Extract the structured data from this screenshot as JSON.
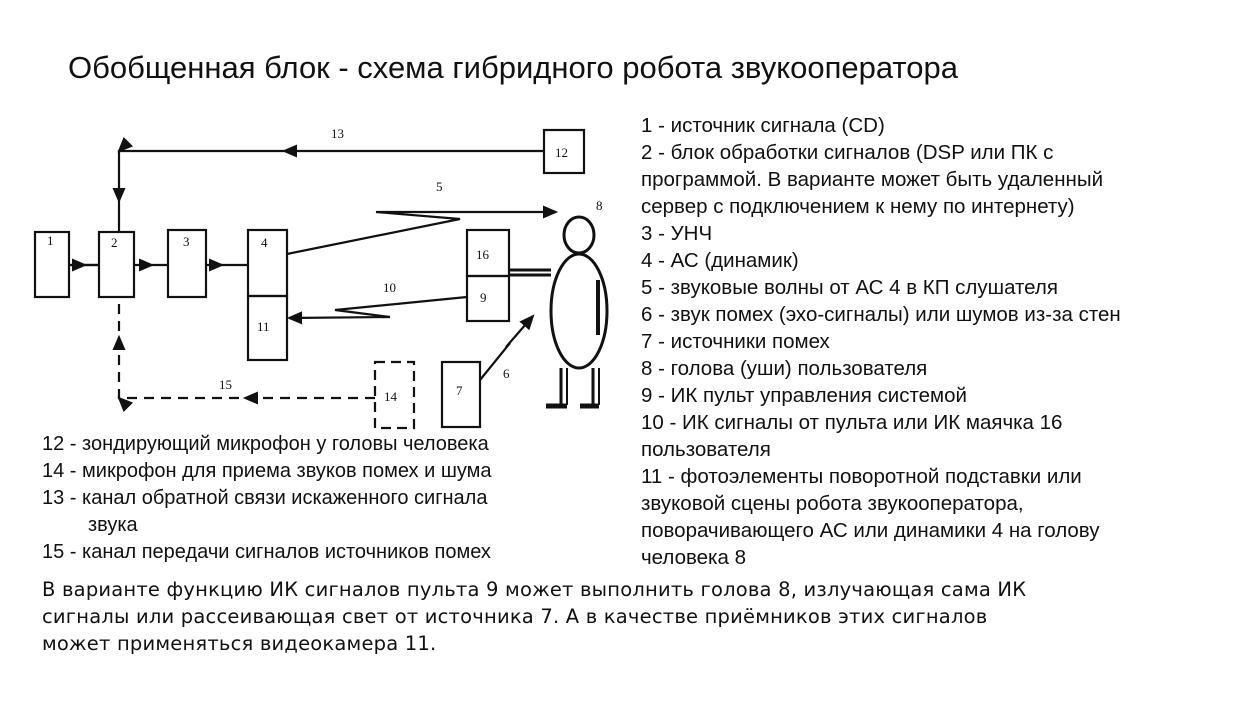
{
  "title": "Обобщенная блок - схема гибридного робота звукооператора",
  "diagram": {
    "blocks": [
      "1",
      "2",
      "3",
      "4",
      "11",
      "12",
      "16",
      "9",
      "14",
      "7"
    ],
    "signals": {
      "s5": "5",
      "s6": "6",
      "s8": "8",
      "s10": "10",
      "s13": "13",
      "s15": "15"
    }
  },
  "legend_right": [
    "1 - источник сигнала (CD)",
    "2 - блок обработки сигналов (DSP или ПК с",
    "программой. В варианте может быть удаленный",
    "сервер с подключением к нему по интернету)",
    "3 - УНЧ",
    "4 - АС (динамик)",
    "5 - звуковые волны  от АС 4 в КП слушателя",
    "6 - звук помех (эхо-сигналы) или шумов из-за стен",
    "7 - источники помех",
    "8 - голова (уши) пользователя",
    "9 - ИК пульт управления системой",
    "10 - ИК сигналы от пульта или ИК маячка 16",
    "пользователя",
    "11 - фотоэлементы поворотной подставки или",
    "звуковой сцены робота звукооператора,",
    "поворачивающего АС или динамики 4 на голову",
    "человека 8"
  ],
  "legend_left": [
    "12 - зондирующий микрофон  у головы человека",
    "14 - микрофон для приема звуков помех и шума",
    "13 - канал обратной связи искаженного сигнала",
    "звука",
    "15 - канал передачи сигналов источников помех"
  ],
  "note": [
    "В варианте функцию ИК сигналов пульта 9 может выполнить голова 8, излучающая сама ИК",
    "сигналы или рассеивающая свет от источника 7. А в качестве приёмников этих сигналов",
    "может применяться видеокамера 11."
  ]
}
